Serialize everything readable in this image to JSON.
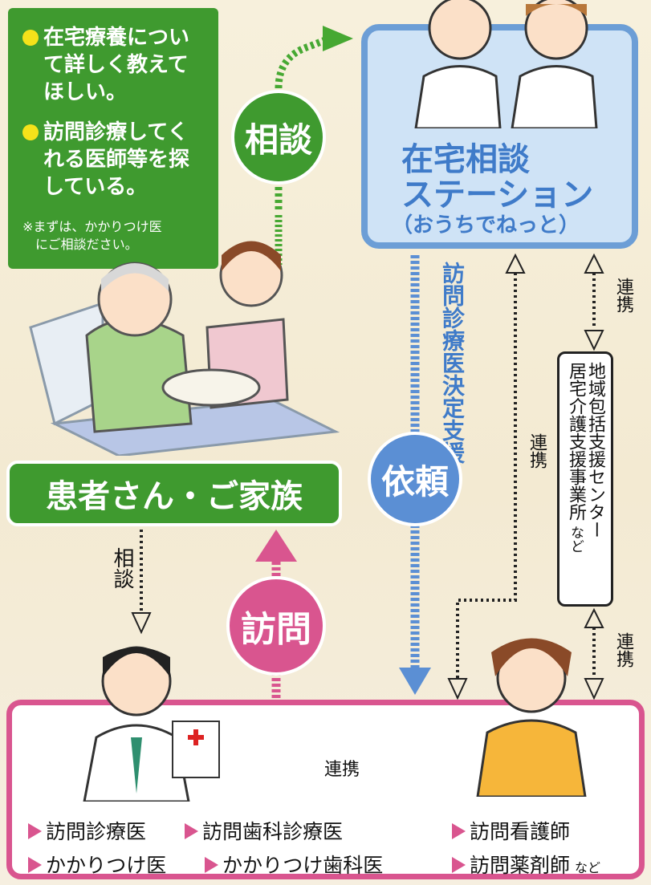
{
  "info": {
    "item1": [
      "在宅療養につい",
      "て詳しく教えて",
      "ほしい。"
    ],
    "item2": [
      "訪問診療してく",
      "れる医師等を探",
      "している。"
    ],
    "note": [
      "※まずは、かかりつけ医",
      "にご相談ださい。"
    ]
  },
  "circles": {
    "consult": "相談",
    "request": "依頼",
    "visit": "訪問"
  },
  "station": {
    "line1": "在宅相談",
    "line2": "ステーション",
    "line3": "（おうちでねっと）"
  },
  "support_label": "訪問診療医決定支援",
  "family": "患者さん・ご家族",
  "region": {
    "line1": "地域包括支援センター",
    "line2": "居宅介護支援事業所",
    "suffix": "など"
  },
  "links": {
    "renkei": "連携",
    "soudan": "相談"
  },
  "roles": {
    "r1": "訪問診療医",
    "r2": "訪問歯科診療医",
    "r3": "訪問看護師",
    "r4": "かかりつけ医",
    "r5": "かかりつけ歯科医",
    "r6": "訪問薬剤師",
    "suffix": "など"
  },
  "colors": {
    "green": "#3f9a2f",
    "blue": "#6c9ed6",
    "pink": "#d9558f",
    "bullet": "#f5e21a"
  }
}
